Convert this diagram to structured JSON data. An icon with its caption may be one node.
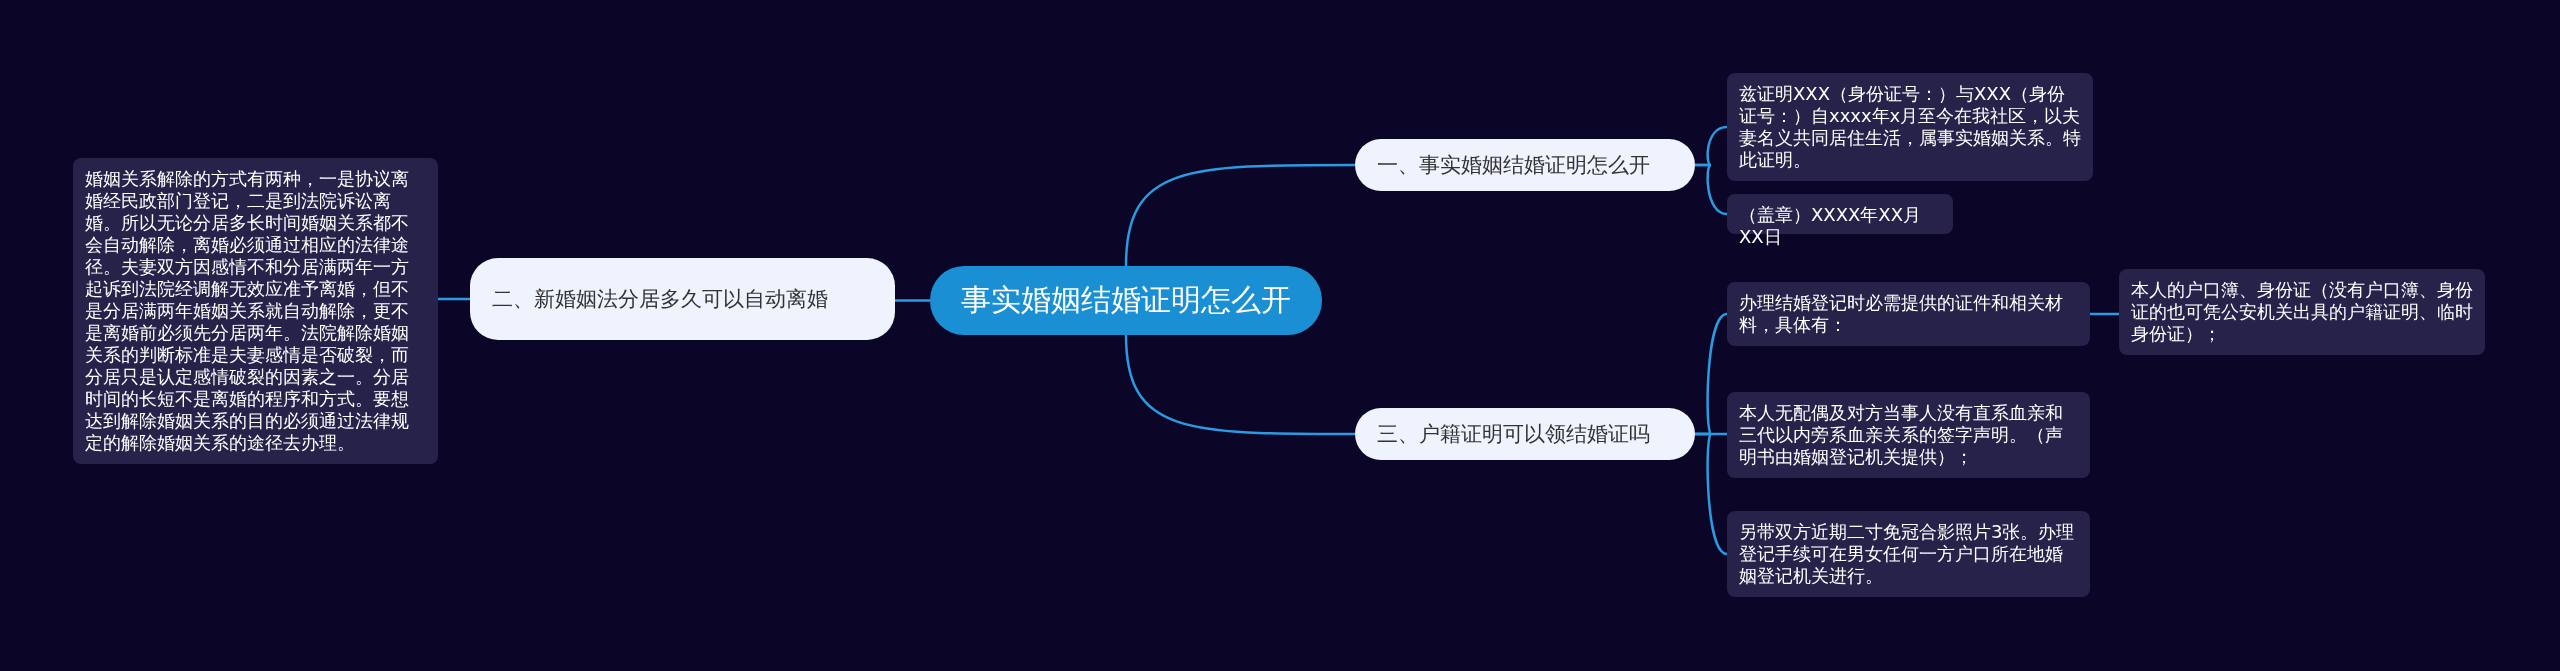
{
  "diagram": {
    "nodes": [
      {
        "text": [
          "事实婚姻结婚证明怎么开"
        ]
      },
      {
        "text": [
          "一、事实婚姻结婚证明怎么开"
        ]
      },
      {
        "text": [
          "兹证明XXX（身份证号：）与XXX（身份证号：）自xxxx年x月至今在我社区，以夫妻名义共同居住生活，属事实婚姻关系。特此证明。"
        ]
      },
      {
        "text": [
          "（盖章）XXXX年XX月XX日"
        ]
      },
      {
        "text": [
          "二、新婚姻法分居多久可以自动离婚"
        ]
      },
      {
        "text": [
          "婚姻关系解除的方式有两种，一是协议离婚经民政部门登记，二是到法院诉讼离婚。所以无论分居多长时间婚姻关系都不会自动解除，离婚必须通过相应的法律途径。夫妻双方因感情不和分居满两年一方起诉到法院经调解无效应准予离婚，但不是分居满两年婚姻关系就自动解除，更不是离婚前必须先分居两年。法院解除婚姻关系的判断标准是夫妻感情是否破裂，而分居只是认定感情破裂的因素之一。分居时间的长短不是离婚的程序和方式。要想达到解除婚姻关系的目的必须通过法律规定的解除婚姻关系的途径去办理。"
        ]
      },
      {
        "text": [
          "三、户籍证明可以领结婚证吗"
        ]
      },
      {
        "text": [
          "办理结婚登记时必需提供的证件和相关材料，具体有："
        ]
      },
      {
        "text": [
          "本人的户口簿、身份证（没有户口簿、身份证的也可凭公安机关出具的户籍证明、临时身份证）；"
        ]
      },
      {
        "text": [
          "本人无配偶及对方当事人没有直系血亲和三代以内旁系血亲关系的签字声明。（声明书由婚姻登记机关提供）；"
        ]
      },
      {
        "text": [
          "另带双方近期二寸免冠合影照片3张。办理登记手续可在男女任何一方户口所在地婚姻登记机关进行。"
        ]
      }
    ],
    "edges": [
      {
        "from": 0,
        "to": 1,
        "arrow": "none"
      },
      {
        "from": 1,
        "to": 2,
        "arrow": "none"
      },
      {
        "from": 1,
        "to": 3,
        "arrow": "none"
      },
      {
        "from": 0,
        "to": 4,
        "arrow": "none"
      },
      {
        "from": 4,
        "to": 5,
        "arrow": "none"
      },
      {
        "from": 0,
        "to": 6,
        "arrow": "none"
      },
      {
        "from": 6,
        "to": 7,
        "arrow": "none"
      },
      {
        "from": 7,
        "to": 8,
        "arrow": "none"
      },
      {
        "from": 6,
        "to": 9,
        "arrow": "none"
      },
      {
        "from": 6,
        "to": 10,
        "arrow": "none"
      }
    ]
  }
}
